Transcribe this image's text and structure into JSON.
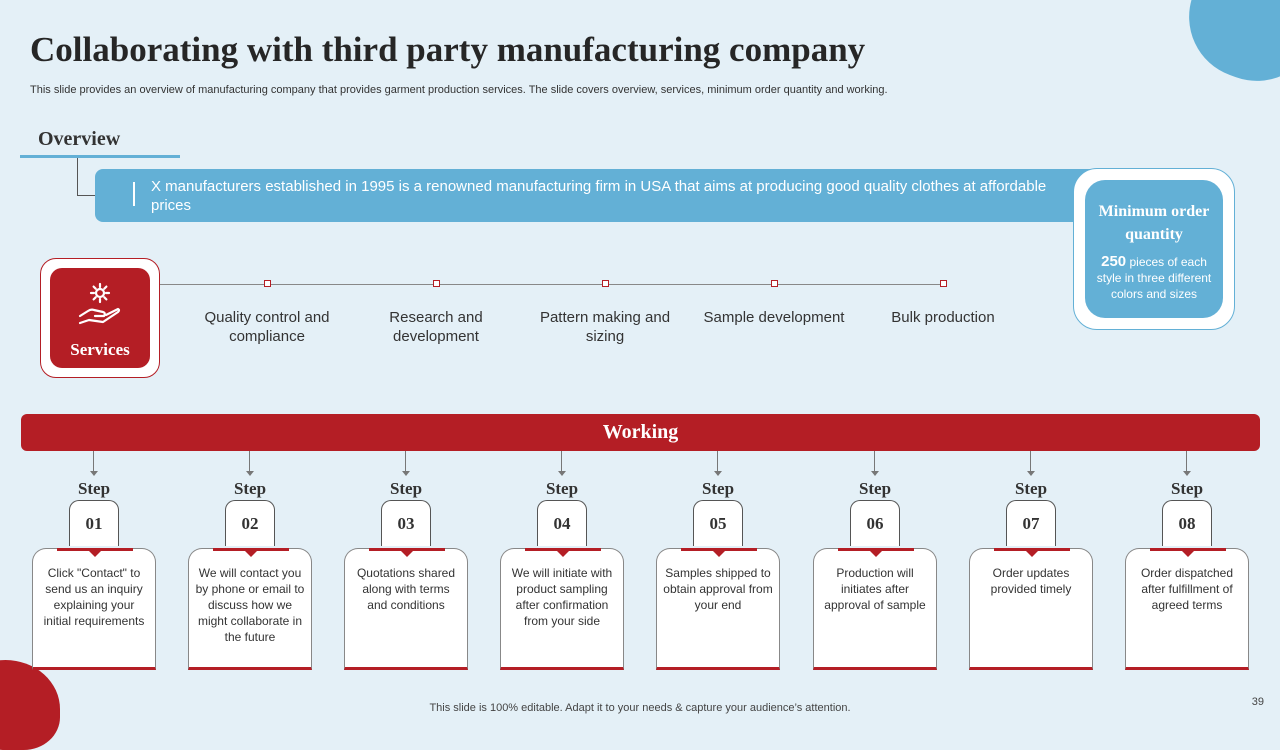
{
  "title": "Collaborating with third party manufacturing company",
  "subtitle": "This slide provides an overview of manufacturing company that provides garment production services. The slide covers overview,  services, minimum order quantity and working.",
  "overview": {
    "label": "Overview",
    "text": "X manufacturers  established in 1995 is a renowned manufacturing firm in USA that aims at producing good quality clothes at affordable prices"
  },
  "moq": {
    "title": "Minimum order quantity",
    "number": "250",
    "desc": "pieces of each style in three different colors and sizes"
  },
  "services": {
    "label": "Services",
    "icon": "hand-gear-icon",
    "items": [
      "Quality control and compliance",
      "Research and development",
      "Pattern making and sizing",
      "Sample development",
      "Bulk production"
    ]
  },
  "working": {
    "label": "Working",
    "step_word": "Step",
    "steps": [
      {
        "num": "01",
        "text": "Click \"Contact\" to send us an inquiry explaining your initial requirements"
      },
      {
        "num": "02",
        "text": "We will contact you by phone or email to discuss how we might collaborate in the future"
      },
      {
        "num": "03",
        "text": "Quotations shared along with terms and conditions"
      },
      {
        "num": "04",
        "text": "We will initiate with product sampling after confirmation from your side"
      },
      {
        "num": "05",
        "text": "Samples shipped to obtain approval  from your end"
      },
      {
        "num": "06",
        "text": "Production will initiates after approval of sample"
      },
      {
        "num": "07",
        "text": "Order updates provided timely"
      },
      {
        "num": "08",
        "text": "Order dispatched after fulfillment  of agreed terms"
      }
    ]
  },
  "footer": "This slide is 100% editable. Adapt it to your needs & capture your audience’s attention.",
  "page_number": "39",
  "colors": {
    "accent_red": "#b41e25",
    "accent_blue": "#63b0d6",
    "background": "#e4f0f7"
  }
}
